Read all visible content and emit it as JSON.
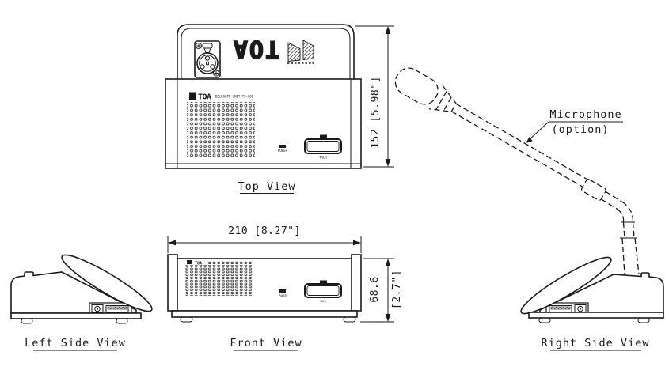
{
  "drawing": {
    "views": {
      "top": "Top View",
      "front": "Front View",
      "left": "Left Side View",
      "right": "Right Side View"
    },
    "dimensions": {
      "depth": "152 [5.98\"]",
      "width": "210 [8.27\"]",
      "height_mm": "68.6",
      "height_inch": "[2.7\"]"
    },
    "microphone": {
      "label": "Microphone",
      "note": "(option)"
    },
    "unit_panel": {
      "brand": "TOA",
      "brand_mark": "T",
      "model_text": "DELEGATE UNIT TS-802",
      "power_label": "POWER",
      "talk_label": "TALK",
      "lid_brand": "TOA"
    },
    "colors": {
      "line": "#1a1a1a",
      "background": "#ffffff"
    }
  }
}
